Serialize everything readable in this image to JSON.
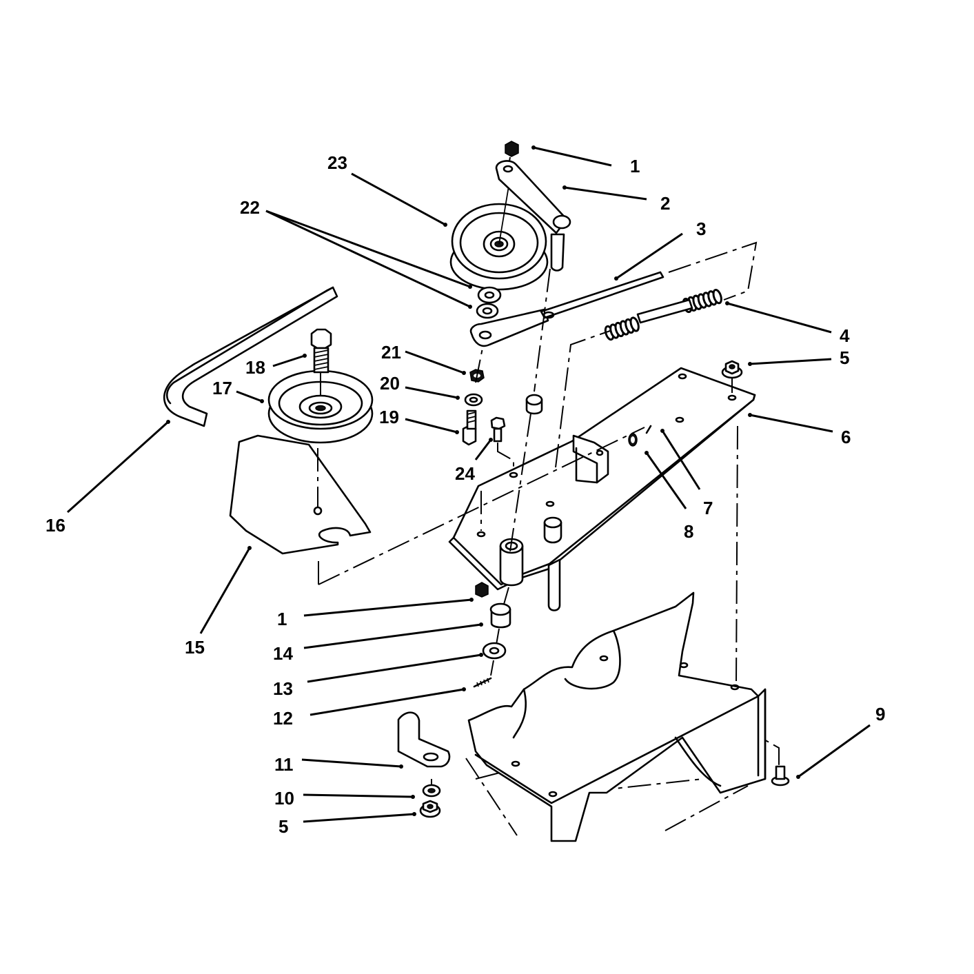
{
  "callouts": [
    {
      "id": "c1a",
      "label": "1"
    },
    {
      "id": "c2",
      "label": "2"
    },
    {
      "id": "c3",
      "label": "3"
    },
    {
      "id": "c4",
      "label": "4"
    },
    {
      "id": "c5a",
      "label": "5"
    },
    {
      "id": "c6",
      "label": "6"
    },
    {
      "id": "c7",
      "label": "7"
    },
    {
      "id": "c8",
      "label": "8"
    },
    {
      "id": "c9",
      "label": "9"
    },
    {
      "id": "c23",
      "label": "23"
    },
    {
      "id": "c22",
      "label": "22"
    },
    {
      "id": "c21",
      "label": "21"
    },
    {
      "id": "c20",
      "label": "20"
    },
    {
      "id": "c19",
      "label": "19"
    },
    {
      "id": "c18",
      "label": "18"
    },
    {
      "id": "c17",
      "label": "17"
    },
    {
      "id": "c24",
      "label": "24"
    },
    {
      "id": "c16",
      "label": "16"
    },
    {
      "id": "c15",
      "label": "15"
    },
    {
      "id": "c1b",
      "label": "1"
    },
    {
      "id": "c14",
      "label": "14"
    },
    {
      "id": "c13",
      "label": "13"
    },
    {
      "id": "c12",
      "label": "12"
    },
    {
      "id": "c11",
      "label": "11"
    },
    {
      "id": "c10",
      "label": "10"
    },
    {
      "id": "c5b",
      "label": "5"
    }
  ]
}
